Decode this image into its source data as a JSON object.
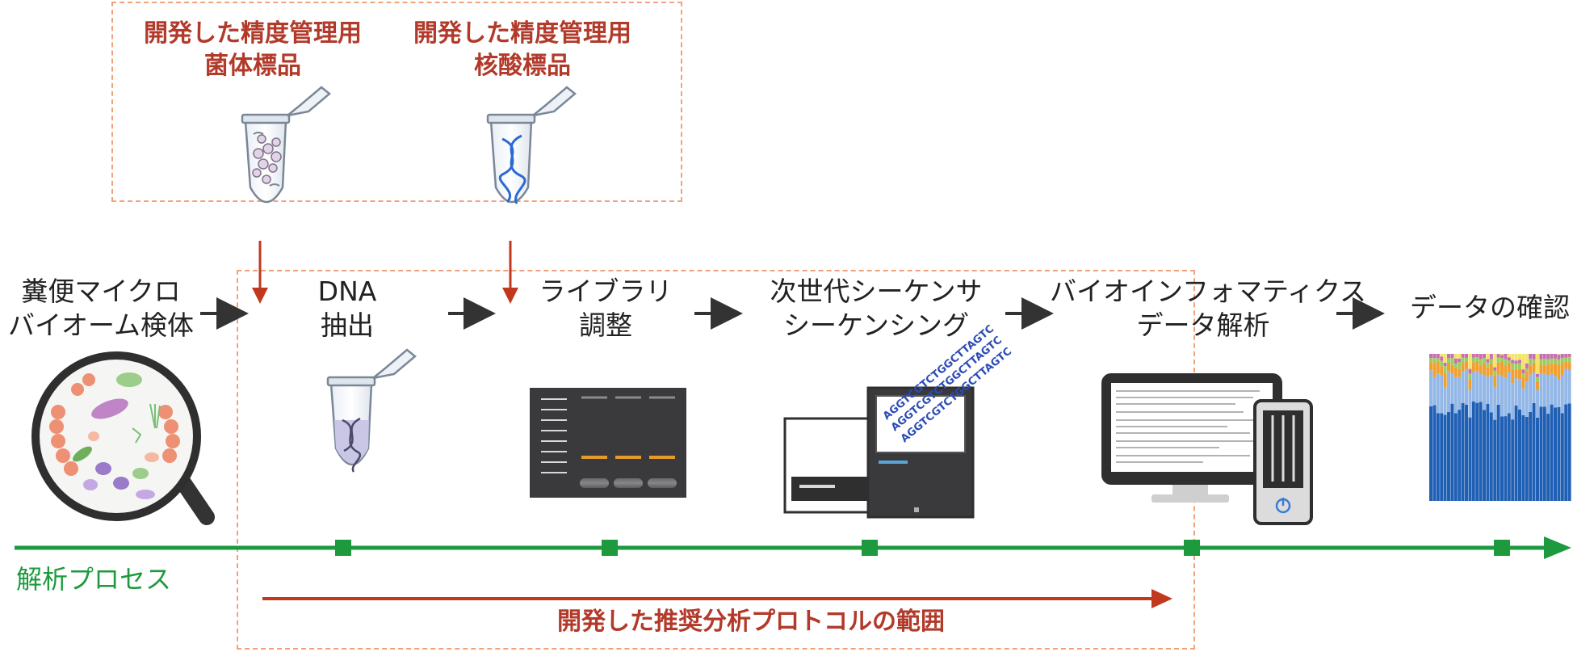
{
  "reference_materials": [
    {
      "line1": "開発した精度管理用",
      "line2": "菌体標品"
    },
    {
      "line1": "開発した精度管理用",
      "line2": "核酸標品"
    }
  ],
  "steps": [
    {
      "line1": "糞便マイクロ",
      "line2": "バイオーム検体"
    },
    {
      "line1": "DNA",
      "line2": "抽出"
    },
    {
      "line1": "ライブラリ",
      "line2": "調整"
    },
    {
      "line1": "次世代シーケンサ",
      "line2": "シーケンシング"
    },
    {
      "line1": "バイオインフォマティクス",
      "line2": "データ解析"
    },
    {
      "line1": "データの確認",
      "line2": ""
    }
  ],
  "process_label": "解析プロセス",
  "protocol_range_label": "開発した推奨分析プロトコルの範囲",
  "sequence_art": [
    "AGGTCGTCTGGCTTAGTC",
    "AGGTCGTCTGGCTTAGTC",
    "AGGTCGTCTGGCTTAGTC"
  ],
  "colors": {
    "reference_red": "#b23a2a",
    "dashed_orange": "#f0a37a",
    "process_green": "#1c9a3d",
    "arrow_dark": "#333333"
  }
}
